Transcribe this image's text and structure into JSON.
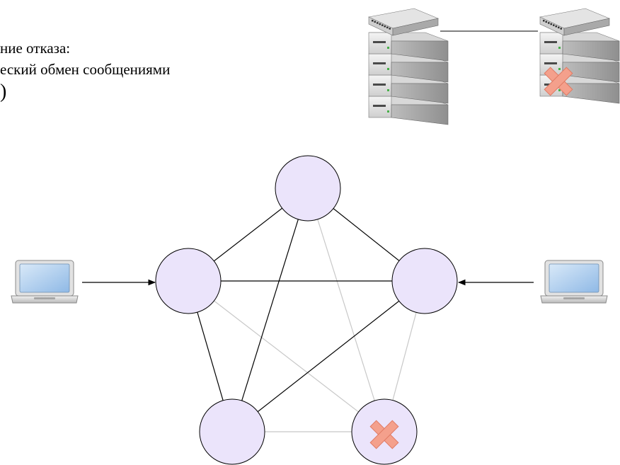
{
  "caption": {
    "line1": "ние отказа:",
    "line2": "еский обмен сообщениями",
    "line3": ")"
  },
  "colors": {
    "node_fill": "#ebe4fb",
    "node_stroke": "#000000",
    "active_link": "#000000",
    "failed_link": "#c8c8c8",
    "fail_mark": "#f4a08c",
    "laptop_screen": "#9ec3ea",
    "server_body": "#e6e6e6"
  },
  "icons": [
    "server-stack-icon",
    "failed-server-stack-icon",
    "laptop-icon",
    "x-mark-icon",
    "arrow-icon"
  ],
  "diagram": {
    "nodes": [
      {
        "id": "top",
        "failed": false
      },
      {
        "id": "left",
        "failed": false
      },
      {
        "id": "right",
        "failed": false
      },
      {
        "id": "bottom-left",
        "failed": false
      },
      {
        "id": "bottom-right",
        "failed": true
      }
    ],
    "links": [
      {
        "from": "top",
        "to": "left",
        "state": "active"
      },
      {
        "from": "top",
        "to": "right",
        "state": "active"
      },
      {
        "from": "top",
        "to": "bottom-left",
        "state": "active"
      },
      {
        "from": "top",
        "to": "bottom-right",
        "state": "failed"
      },
      {
        "from": "left",
        "to": "right",
        "state": "active"
      },
      {
        "from": "left",
        "to": "bottom-left",
        "state": "active"
      },
      {
        "from": "left",
        "to": "bottom-right",
        "state": "failed"
      },
      {
        "from": "right",
        "to": "bottom-left",
        "state": "active"
      },
      {
        "from": "right",
        "to": "bottom-right",
        "state": "failed"
      },
      {
        "from": "bottom-left",
        "to": "bottom-right",
        "state": "failed"
      }
    ],
    "clients": [
      {
        "id": "client-left",
        "target": "left"
      },
      {
        "id": "client-right",
        "target": "right"
      }
    ]
  }
}
